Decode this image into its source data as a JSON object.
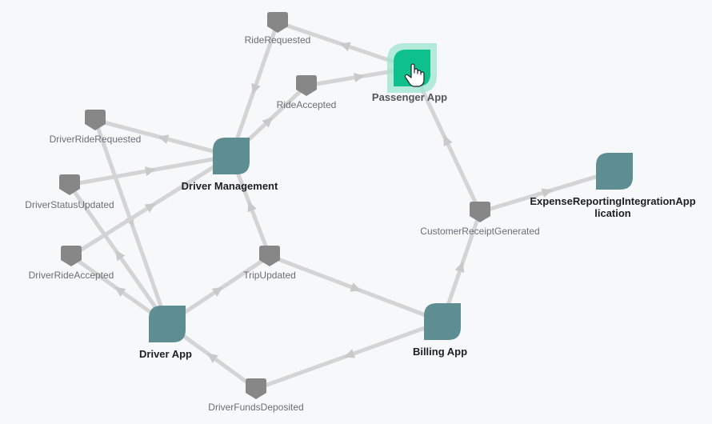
{
  "colors": {
    "edge": "#d4d4d4",
    "arrow": "#c9c9c9",
    "event": "#878787",
    "app": "#5e8e91",
    "selected_app": "#0dc08c",
    "selected_halo": "#9ce6cf"
  },
  "nodes": {
    "ride_requested": {
      "label": "RideRequested",
      "kind": "event"
    },
    "ride_accepted": {
      "label": "RideAccepted",
      "kind": "event"
    },
    "passenger_app": {
      "label": "Passenger App",
      "kind": "app",
      "selected": true
    },
    "driver_ride_requested": {
      "label": "DriverRideRequested",
      "kind": "event"
    },
    "driver_management": {
      "label": "Driver Management",
      "kind": "app"
    },
    "driver_status_updated": {
      "label": "DriverStatusUpdated",
      "kind": "event"
    },
    "expense_reporting": {
      "label": "ExpenseReportingIntegrationApplication",
      "label_line1": "ExpenseReportingIntegrationApp",
      "label_line2": "lication",
      "kind": "app"
    },
    "customer_receipt_generated": {
      "label": "CustomerReceiptGenerated",
      "kind": "event"
    },
    "driver_ride_accepted": {
      "label": "DriverRideAccepted",
      "kind": "event"
    },
    "trip_updated": {
      "label": "TripUpdated",
      "kind": "event"
    },
    "driver_app": {
      "label": "Driver App",
      "kind": "app"
    },
    "billing_app": {
      "label": "Billing App",
      "kind": "app"
    },
    "driver_funds_deposited": {
      "label": "DriverFundsDeposited",
      "kind": "event"
    }
  },
  "edges": [
    {
      "from": "passenger_app",
      "to": "ride_requested"
    },
    {
      "from": "ride_requested",
      "to": "driver_management"
    },
    {
      "from": "driver_management",
      "to": "ride_accepted"
    },
    {
      "from": "ride_accepted",
      "to": "passenger_app"
    },
    {
      "from": "driver_management",
      "to": "driver_ride_requested"
    },
    {
      "from": "driver_ride_requested",
      "to": "driver_app"
    },
    {
      "from": "driver_status_updated",
      "to": "driver_management"
    },
    {
      "from": "driver_app",
      "to": "driver_status_updated"
    },
    {
      "from": "driver_ride_accepted",
      "to": "driver_management"
    },
    {
      "from": "driver_app",
      "to": "driver_ride_accepted"
    },
    {
      "from": "driver_app",
      "to": "trip_updated"
    },
    {
      "from": "trip_updated",
      "to": "driver_management"
    },
    {
      "from": "trip_updated",
      "to": "billing_app"
    },
    {
      "from": "billing_app",
      "to": "customer_receipt_generated"
    },
    {
      "from": "customer_receipt_generated",
      "to": "passenger_app"
    },
    {
      "from": "customer_receipt_generated",
      "to": "expense_reporting"
    },
    {
      "from": "billing_app",
      "to": "driver_funds_deposited"
    },
    {
      "from": "driver_funds_deposited",
      "to": "driver_app"
    }
  ]
}
